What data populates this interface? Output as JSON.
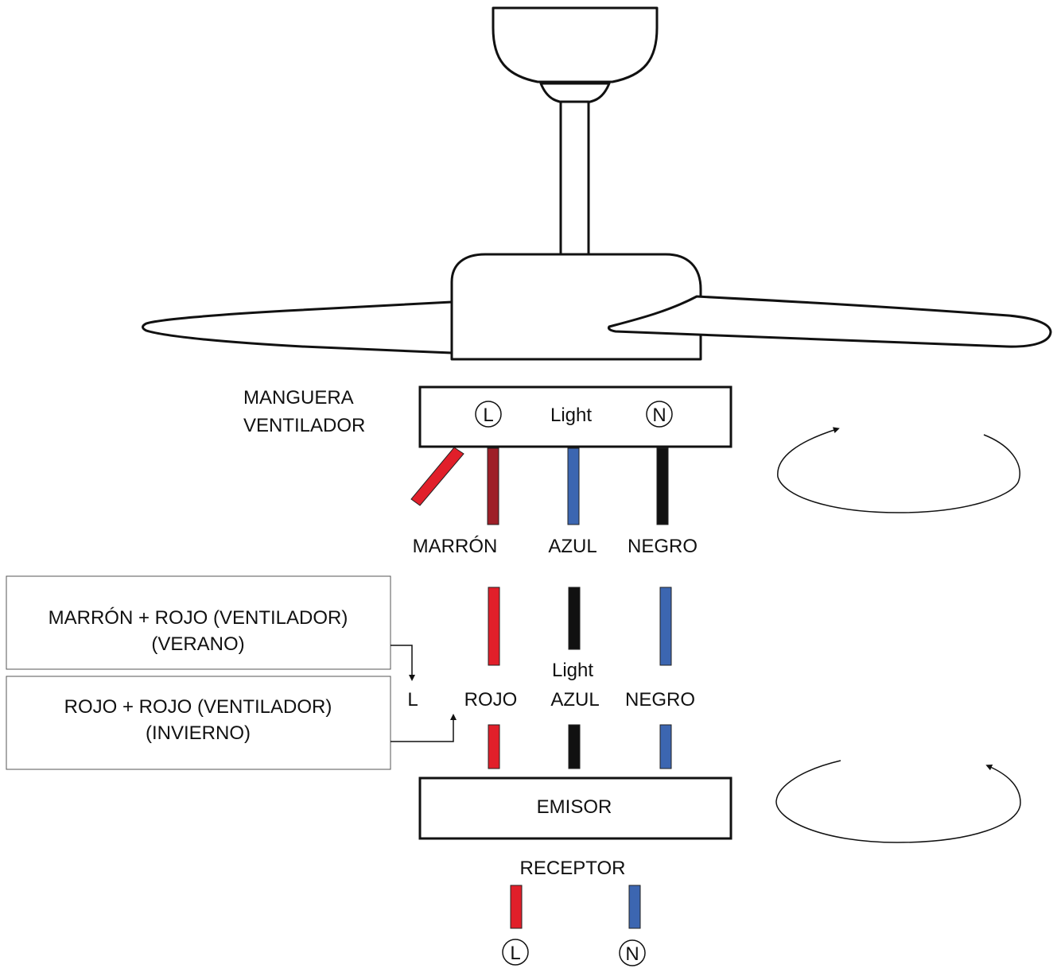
{
  "colors": {
    "rojo": "#e11f2a",
    "marron": "#9e1f28",
    "azul": "#3c66b1",
    "negro": "#111111"
  },
  "fan": {
    "hose_label_line1": "MANGUERA",
    "hose_label_line2": "VENTILADOR",
    "terminal_l": "L",
    "terminal_light": "Light",
    "terminal_n": "N"
  },
  "fan_wires": {
    "marron": "MARRÓN",
    "azul": "AZUL",
    "negro": "NEGRO"
  },
  "options": {
    "summer_line1": "MARRÓN + ROJO (VENTILADOR)",
    "summer_line2": "(VERANO)",
    "winter_line1": "ROJO + ROJO (VENTILADOR)",
    "winter_line2": "(INVIERNO)",
    "l_label": "L"
  },
  "emitter_wires": {
    "rojo": "ROJO",
    "light": "Light",
    "azul": "AZUL",
    "negro": "NEGRO"
  },
  "emitter": {
    "label": "EMISOR"
  },
  "receiver": {
    "label": "RECEPTOR",
    "terminal_l": "L",
    "terminal_n": "N"
  },
  "icons": [
    "rotation-clockwise-icon",
    "rotation-counterclockwise-icon"
  ]
}
